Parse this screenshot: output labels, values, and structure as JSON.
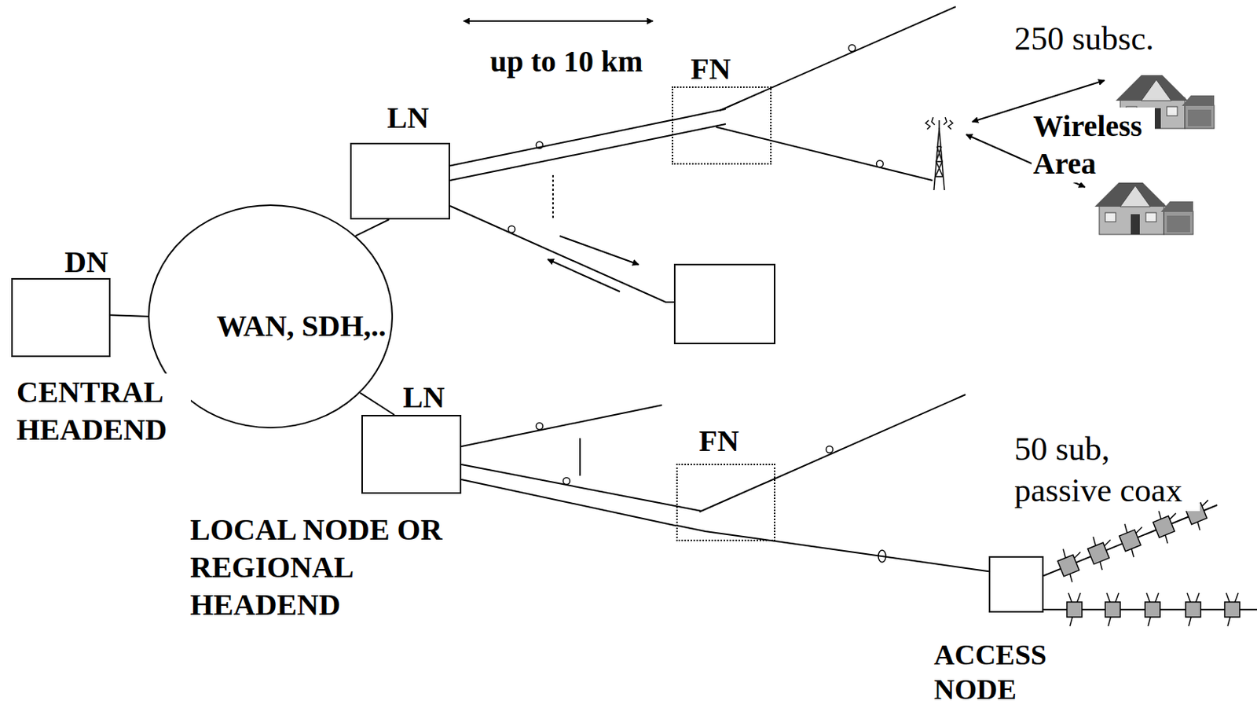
{
  "diagram": {
    "nodes": [
      {
        "text": [
          "DN"
        ]
      },
      {
        "text": [
          "WAN, SDH,.."
        ]
      },
      {
        "text": [
          "LN"
        ]
      },
      {
        "text": [
          "FN"
        ]
      },
      {
        "text": [
          "LN"
        ]
      },
      {
        "text": [
          "FN"
        ]
      },
      {
        "text": [
          "ACCESS NODE"
        ]
      }
    ],
    "edges": [
      {
        "from": 0,
        "to": 1,
        "arrow": "none"
      },
      {
        "from": 1,
        "to": 2,
        "arrow": "none"
      },
      {
        "from": 1,
        "to": 4,
        "arrow": "none"
      },
      {
        "from": 2,
        "to": 3,
        "arrow": "none"
      },
      {
        "from": 4,
        "to": 5,
        "arrow": "none"
      },
      {
        "from": 5,
        "to": 6,
        "arrow": "none"
      }
    ],
    "labels": [
      "up to 10 km",
      "250 subsc.",
      "Wireless Area",
      "50 sub, passive coax",
      "CENTRAL HEADEND",
      "LOCAL NODE OR REGIONAL HEADEND"
    ]
  }
}
